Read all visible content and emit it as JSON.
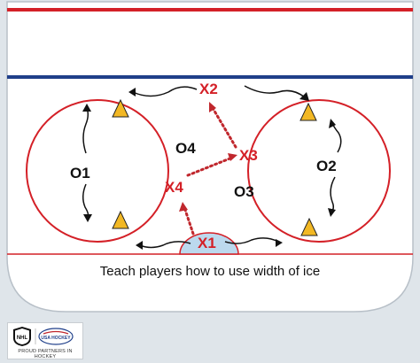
{
  "players": {
    "x1": "X1",
    "x2": "X2",
    "x3": "X3",
    "x4": "X4",
    "o1": "O1",
    "o2": "O2",
    "o3": "O3",
    "o4": "O4"
  },
  "caption": "Teach players how to use width of ice",
  "footer": {
    "tagline": "PROUD PARTNERS IN HOCKEY",
    "logo_nhl": "NHL",
    "logo_usa": "USA HOCKEY"
  },
  "colors": {
    "ice": "#ffffff",
    "board": "#e8ecef",
    "red_line": "#d42027",
    "blue_line": "#1f3f8a",
    "cone": "#f2b824",
    "pass": "#c0272d"
  }
}
